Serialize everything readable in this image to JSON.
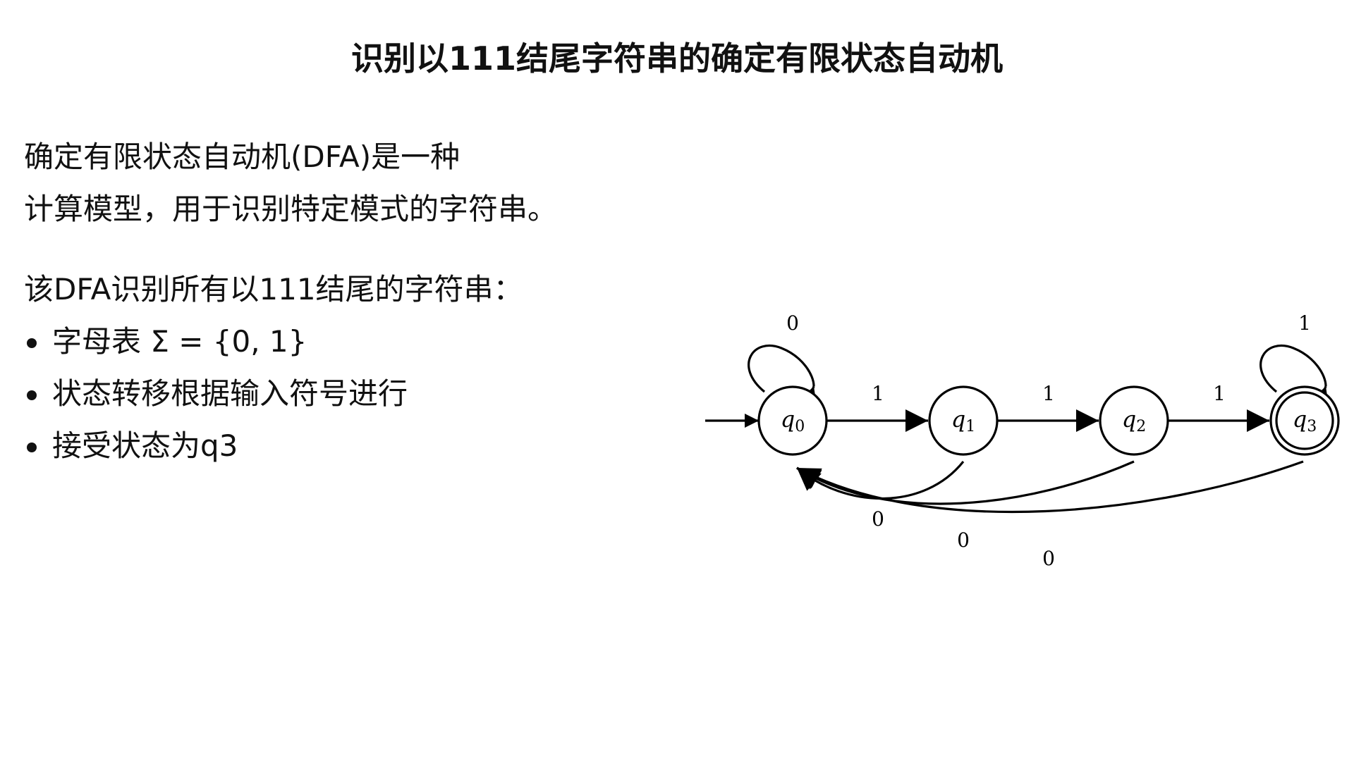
{
  "title": "识别以111结尾字符串的确定有限状态自动机",
  "intro": {
    "line1": "确定有限状态自动机(DFA)是一种",
    "line2": "计算模型，用于识别特定模式的字符串。"
  },
  "subheading": "该DFA识别所有以111结尾的字符串：",
  "bullets": [
    "字母表 Σ = {0, 1}",
    "状态转移根据输入符号进行",
    "接受状态为q3"
  ],
  "diagram": {
    "states": [
      {
        "id": "q0",
        "label": "q",
        "sub": "0",
        "start": true,
        "accept": false
      },
      {
        "id": "q1",
        "label": "q",
        "sub": "1",
        "start": false,
        "accept": false
      },
      {
        "id": "q2",
        "label": "q",
        "sub": "2",
        "start": false,
        "accept": false
      },
      {
        "id": "q3",
        "label": "q",
        "sub": "3",
        "start": false,
        "accept": true
      }
    ],
    "transitions": [
      {
        "from": "q0",
        "to": "q0",
        "symbol": "0"
      },
      {
        "from": "q0",
        "to": "q1",
        "symbol": "1"
      },
      {
        "from": "q1",
        "to": "q2",
        "symbol": "1"
      },
      {
        "from": "q2",
        "to": "q3",
        "symbol": "1"
      },
      {
        "from": "q3",
        "to": "q3",
        "symbol": "1"
      },
      {
        "from": "q1",
        "to": "q0",
        "symbol": "0"
      },
      {
        "from": "q2",
        "to": "q0",
        "symbol": "0"
      },
      {
        "from": "q3",
        "to": "q0",
        "symbol": "0"
      }
    ]
  }
}
